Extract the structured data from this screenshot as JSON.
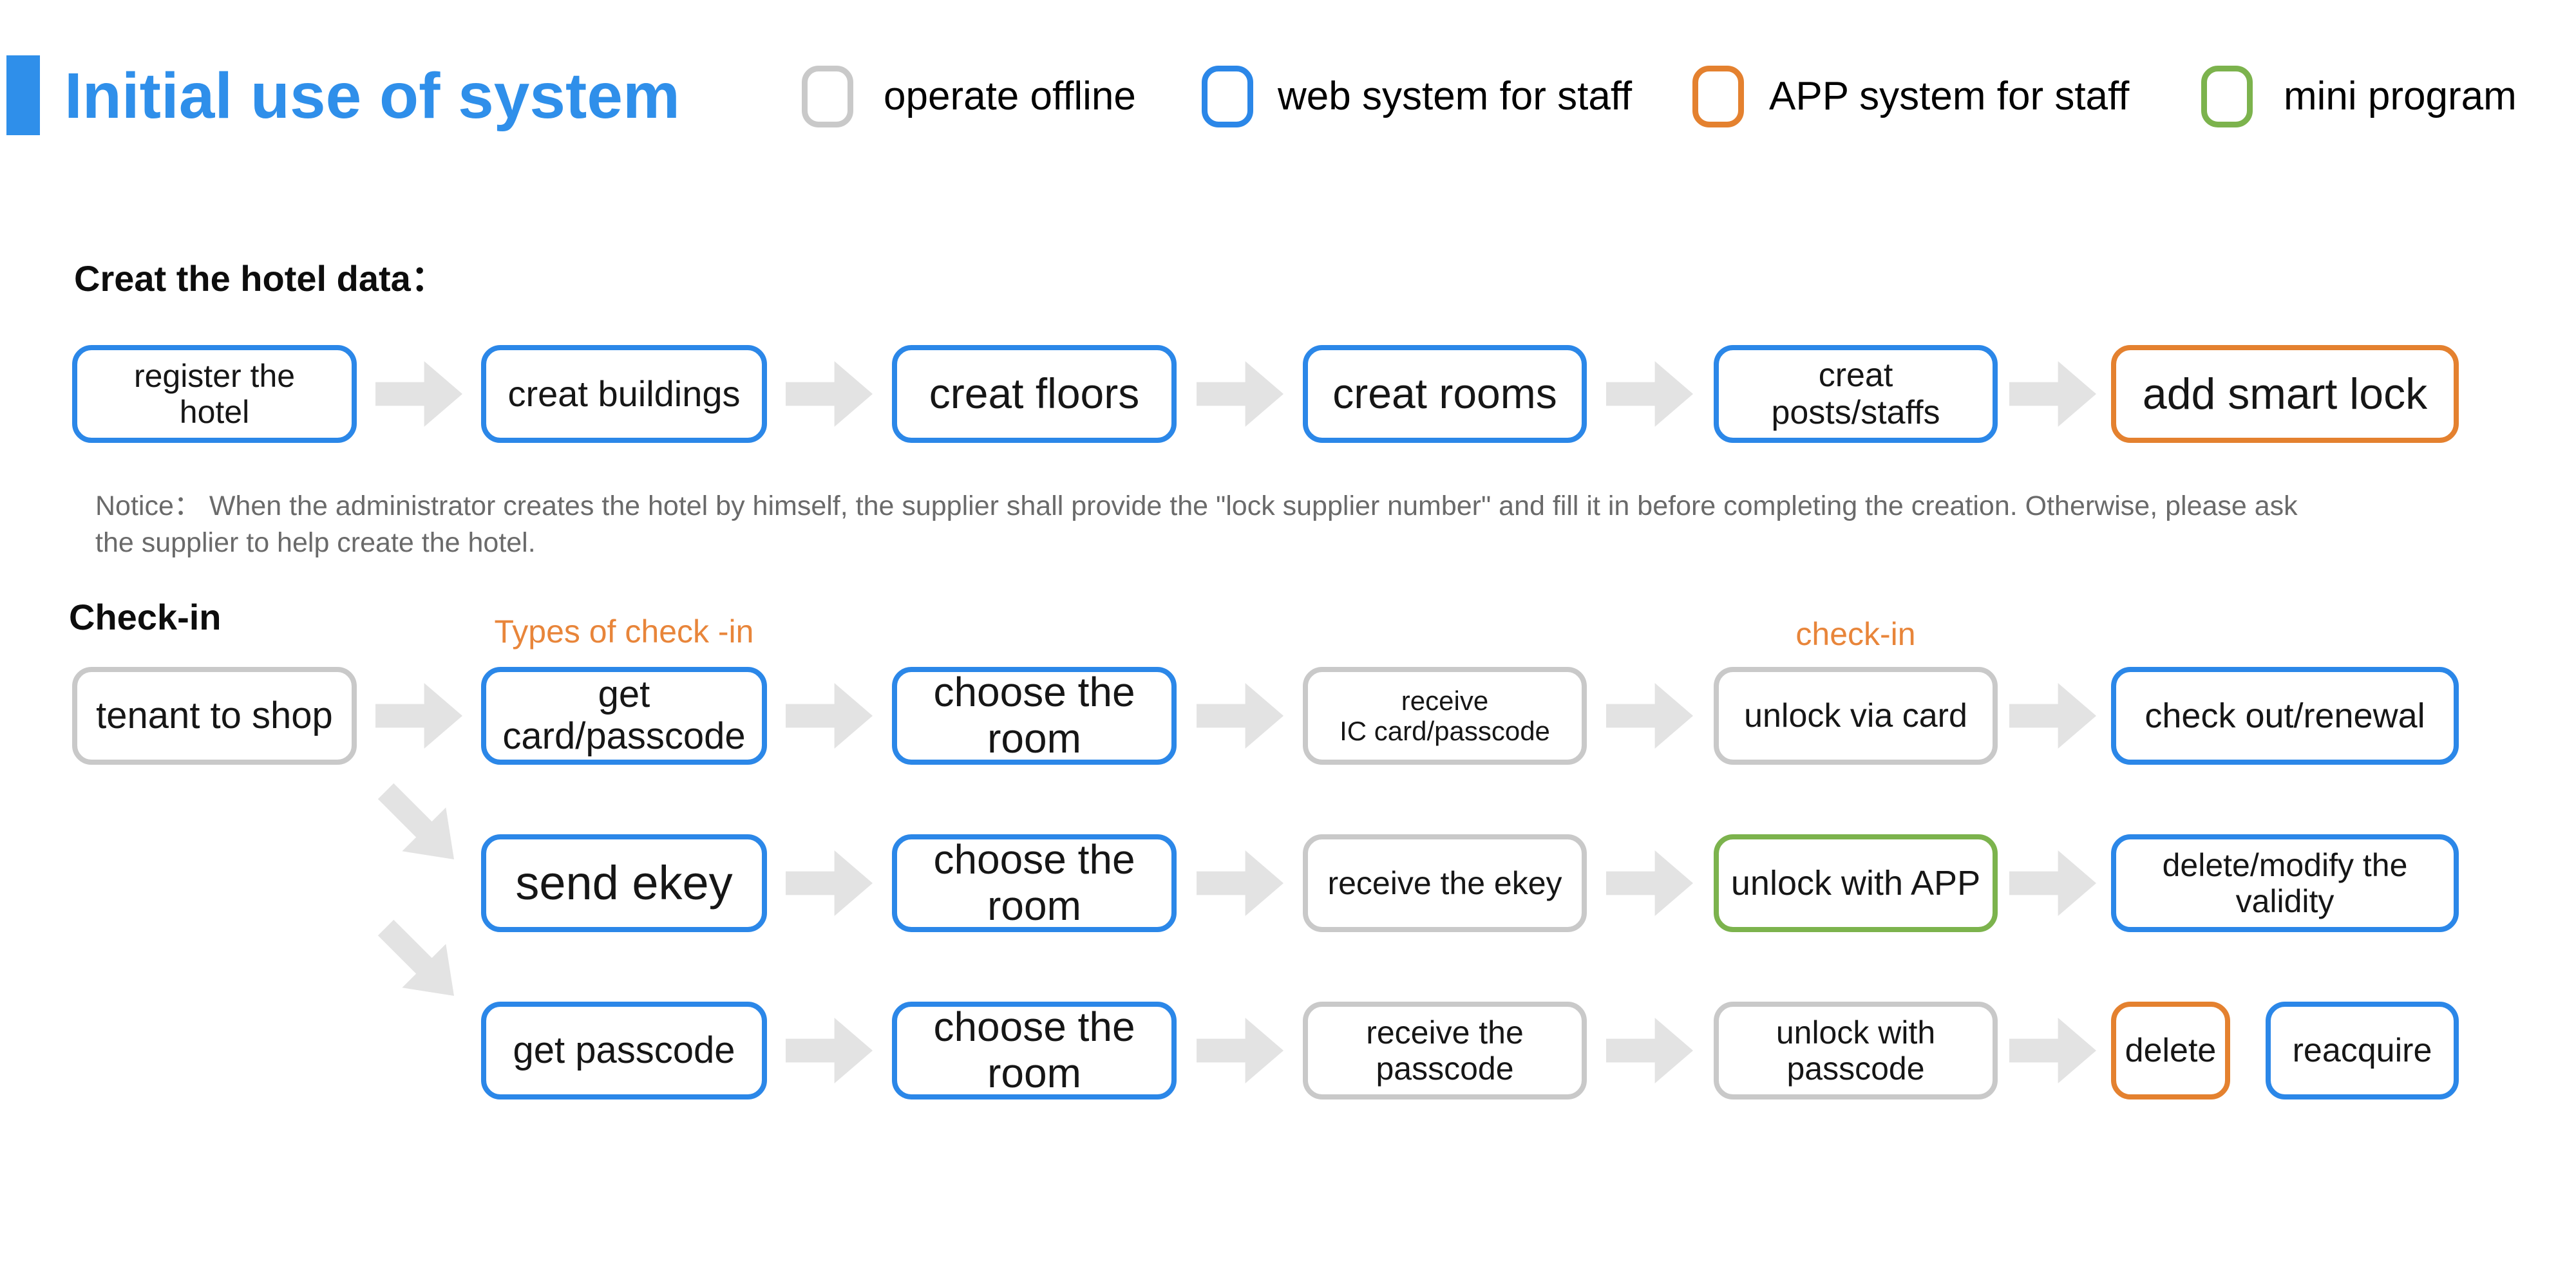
{
  "title": {
    "text": "Initial use of system"
  },
  "colors": {
    "accent_blue": "#2f8fea",
    "box_blue": "#2b87e8",
    "box_orange": "#e4812f",
    "box_green": "#7cb34d",
    "box_gray": "#c9c9c9",
    "arrow_gray": "#e3e3e3",
    "orange_label": "#e8853a",
    "notice_gray": "#6a6a6a"
  },
  "legend": [
    {
      "label": "operate offline",
      "style": "offline"
    },
    {
      "label": "web system for staff",
      "style": "web"
    },
    {
      "label": "APP system for staff",
      "style": "app"
    },
    {
      "label": "mini program",
      "style": "mini"
    }
  ],
  "sections": {
    "hotel": {
      "heading": "Creat the hotel data：",
      "steps": [
        {
          "label": "register the\nhotel",
          "style": "web"
        },
        {
          "label": "creat buildings",
          "style": "web"
        },
        {
          "label": "creat floors",
          "style": "web"
        },
        {
          "label": "creat rooms",
          "style": "web"
        },
        {
          "label": "creat\nposts/staffs",
          "style": "web"
        },
        {
          "label": "add smart lock",
          "style": "app"
        }
      ],
      "notice_line1": "Notice： When the administrator creates the hotel by himself, the supplier shall provide the \"lock supplier number\" and fill it in before completing the creation. Otherwise, please ask",
      "notice_line2": "the supplier to help create the hotel."
    },
    "checkin": {
      "heading": "Check-in",
      "types_of_checkin_label": "Types of check -in",
      "checkin_label": "check-in",
      "rows": [
        {
          "steps": [
            {
              "label": "tenant to shop",
              "style": "offline"
            },
            {
              "label": "get\ncard/passcode",
              "style": "web"
            },
            {
              "label": "choose the\nroom",
              "style": "web"
            },
            {
              "label": "receive\nIC card/passcode",
              "style": "offline"
            },
            {
              "label": "unlock via card",
              "style": "offline"
            },
            {
              "label": "check out/renewal",
              "style": "web"
            }
          ]
        },
        {
          "steps": [
            {
              "label": "send ekey",
              "style": "web"
            },
            {
              "label": "choose the\nroom",
              "style": "web"
            },
            {
              "label": "receive the ekey",
              "style": "offline"
            },
            {
              "label": "unlock with APP",
              "style": "mini"
            },
            {
              "label": "delete/modify the\nvalidity",
              "style": "web"
            }
          ]
        },
        {
          "steps": [
            {
              "label": "get passcode",
              "style": "web"
            },
            {
              "label": "choose the\nroom",
              "style": "web"
            },
            {
              "label": "receive the\npasscode",
              "style": "offline"
            },
            {
              "label": "unlock with\npasscode",
              "style": "offline"
            },
            {
              "label": "delete",
              "style": "app"
            },
            {
              "label": "reacquire",
              "style": "web"
            }
          ]
        }
      ]
    }
  }
}
